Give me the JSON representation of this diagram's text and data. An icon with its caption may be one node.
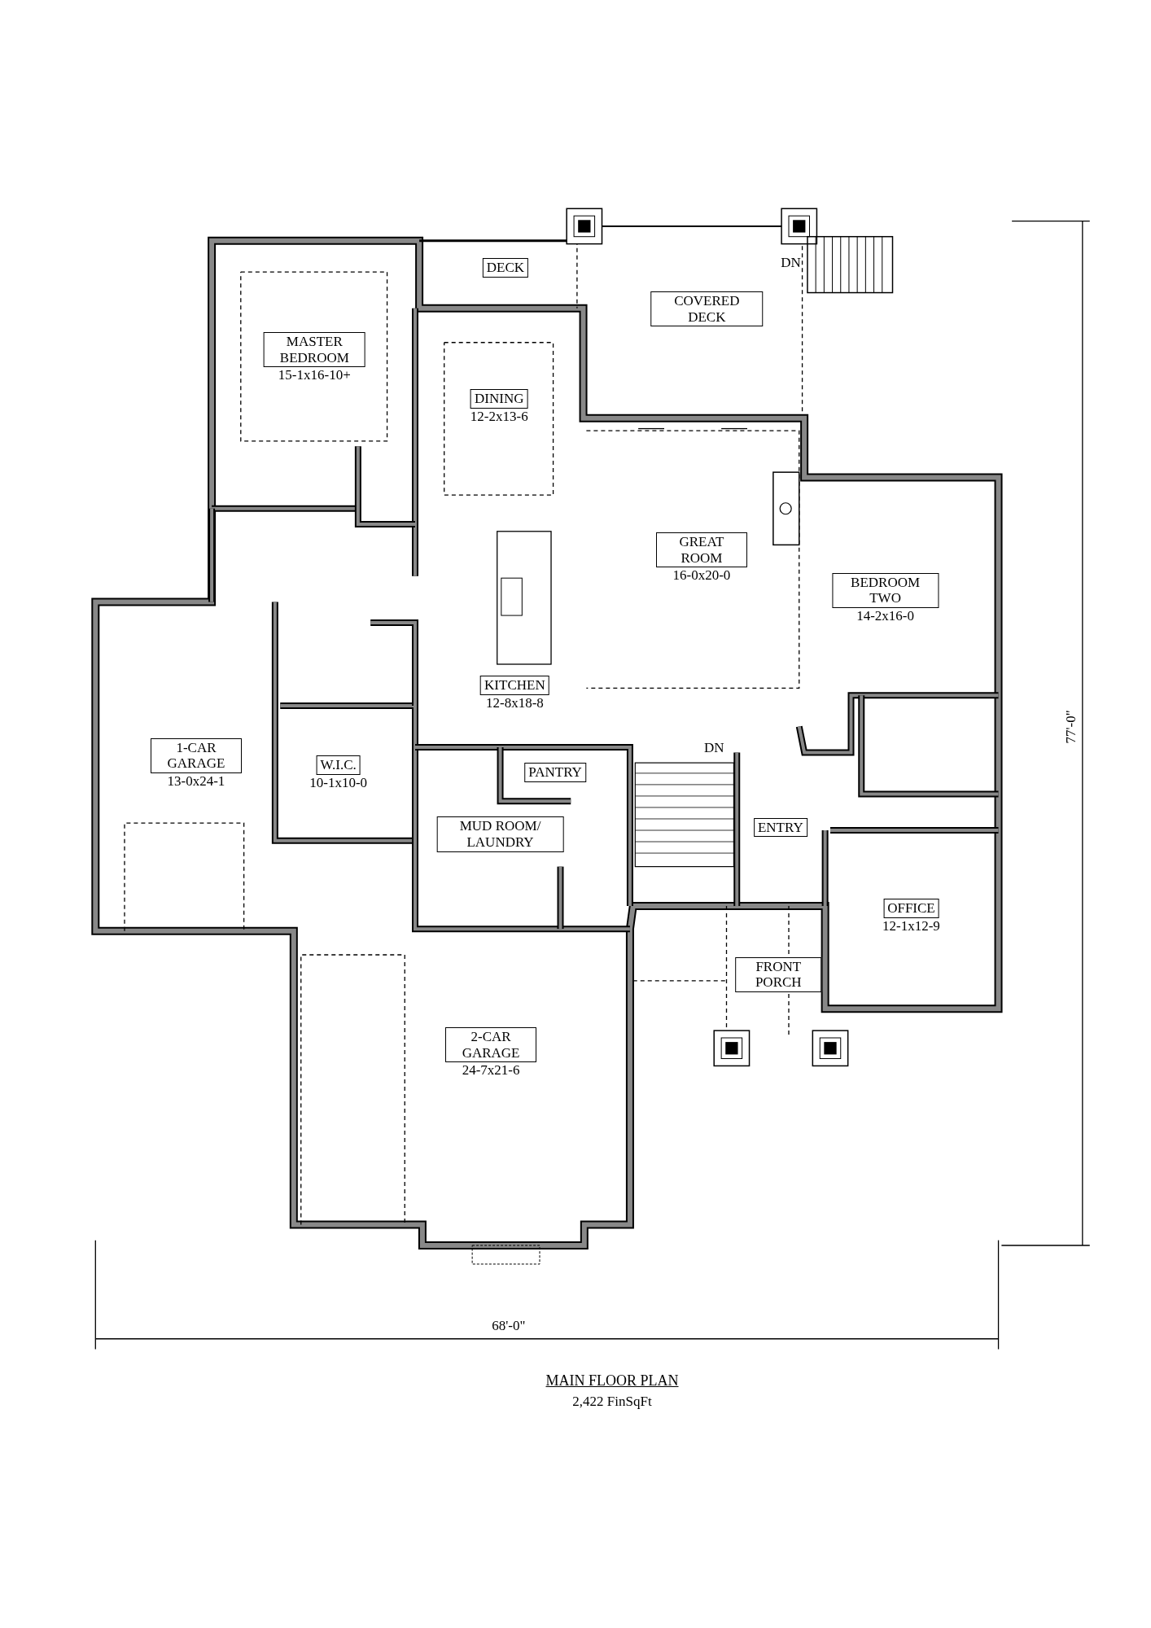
{
  "diagram": {
    "title": "MAIN FLOOR PLAN",
    "caption": "2,422 FinSqFt",
    "nodes": [
      {
        "text": [
          "DECK"
        ]
      },
      {
        "text": [
          "COVERED DECK"
        ]
      },
      {
        "text": [
          "MASTER BEDROOM",
          "15-1x16-10+"
        ]
      },
      {
        "text": [
          "DINING",
          "12-2x13-6"
        ]
      },
      {
        "text": [
          "GREAT ROOM",
          "16-0x20-0"
        ]
      },
      {
        "text": [
          "BEDROOM TWO",
          "14-2x16-0"
        ]
      },
      {
        "text": [
          "KITCHEN",
          "12-8x18-8"
        ]
      },
      {
        "text": [
          "1-CAR GARAGE",
          "13-0x24-1"
        ]
      },
      {
        "text": [
          "W.I.C.",
          "10-1x10-0"
        ]
      },
      {
        "text": [
          "PANTRY"
        ]
      },
      {
        "text": [
          "MUD ROOM/ LAUNDRY"
        ]
      },
      {
        "text": [
          "ENTRY"
        ]
      },
      {
        "text": [
          "OFFICE",
          "12-1x12-9"
        ]
      },
      {
        "text": [
          "FRONT PORCH"
        ]
      },
      {
        "text": [
          "2-CAR GARAGE",
          "24-7x21-6"
        ]
      }
    ],
    "labels": [
      "DN",
      "DN",
      "77'-0\"",
      "68'-0\""
    ]
  }
}
